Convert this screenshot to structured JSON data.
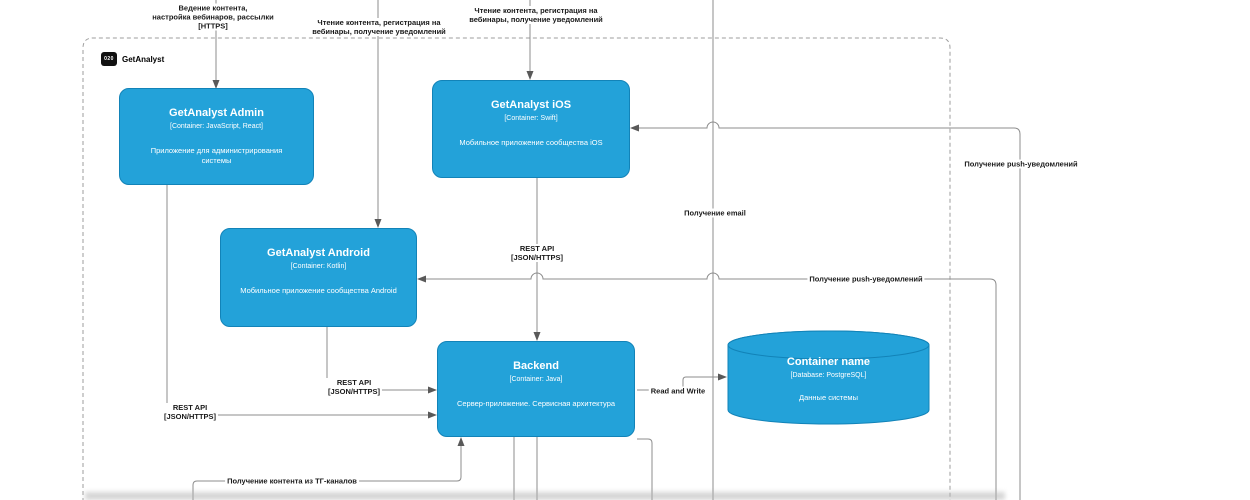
{
  "diagram": {
    "boundary": {
      "label": "GetAnalyst",
      "icon_text": "020"
    },
    "boxes": {
      "admin": {
        "title": "GetAnalyst Admin",
        "tech": "[Container: JavaScript, React]",
        "desc": "Приложение для администрирования системы"
      },
      "ios": {
        "title": "GetAnalyst iOS",
        "tech": "[Container: Swift]",
        "desc": "Мобильное приложение сообщества iOS"
      },
      "android": {
        "title": "GetAnalyst Android",
        "tech": "[Container: Kotlin]",
        "desc": "Мобильное приложение сообщества Android"
      },
      "backend": {
        "title": "Backend",
        "tech": "[Container: Java]",
        "desc": "Сервер-приложение. Сервисная архитектура"
      },
      "db": {
        "title": "Container name",
        "tech": "[Database: PostgreSQL]",
        "desc": "Данные системы"
      }
    },
    "edge_labels": {
      "admin_usage": "Ведение контента,\nнастройка вебинаров, рассылки\n[HTTPS]",
      "android_usage": "Чтение контента, регистрация на\nвебинары, получение уведомлений",
      "ios_usage": "Чтение контента, регистрация на\nвебинары, получение уведомлений",
      "email": "Получение email",
      "push_ios": "Получение push-уведомлений",
      "push_android": "Получение push-уведомлений",
      "rest_ios": "REST API\n[JSON/HTTPS]",
      "rest_android": "REST API\n[JSON/HTTPS]",
      "rest_admin": "REST API\n[JSON/HTTPS]",
      "read_write": "Read and Write",
      "tg": "Получение контента из ТГ-каналов"
    },
    "colors": {
      "container_fill": "#23A2D9",
      "container_stroke": "#1283B8",
      "line": "#8C8C8C",
      "boundary_dash": "#9E9E9E",
      "label_text": "#1A1A1A"
    }
  }
}
